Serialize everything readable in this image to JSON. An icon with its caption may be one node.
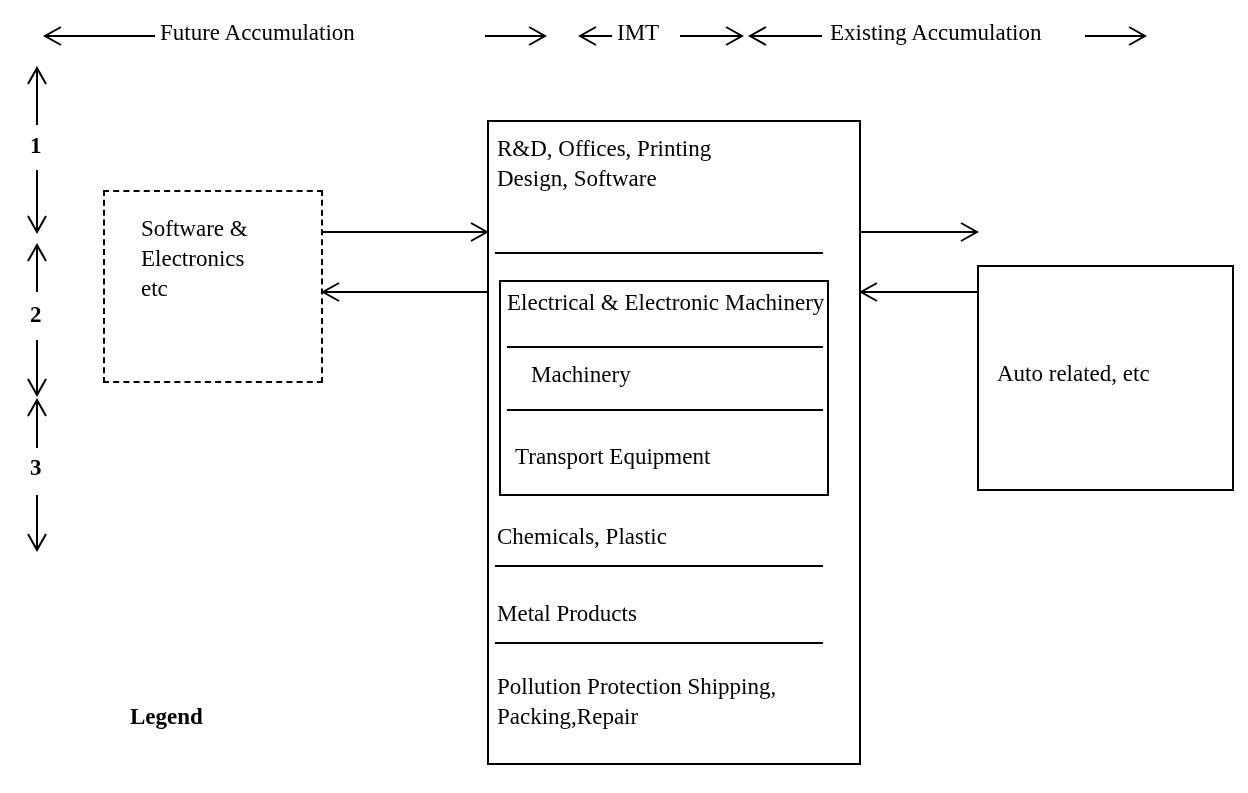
{
  "diagram": {
    "nodes": [
      {
        "text": [
          "Software & Electronics etc"
        ]
      },
      {
        "text": [
          "R&D, Offices, Printing Design, Software",
          "Chemicals, Plastic",
          "Metal Products",
          "Pollution Protection Shipping, Packing,Repair"
        ]
      },
      {
        "text": [
          "Electrical & Electronic Machinery",
          "Machinery",
          "Transport Equipment"
        ],
        "in": 1
      },
      {
        "text": [
          "Auto related, etc"
        ]
      }
    ],
    "edges": [
      {
        "from": 0,
        "to": 1,
        "arrow": "to"
      },
      {
        "from": 1,
        "to": 0,
        "arrow": "to"
      },
      {
        "from": 1,
        "to": 3,
        "arrow": "to"
      },
      {
        "from": 3,
        "to": 1,
        "arrow": "to"
      }
    ],
    "labels": [
      "Future Accumulation",
      "IMT",
      "Existing Accumulation",
      "1",
      "2",
      "3",
      "Legend"
    ]
  }
}
